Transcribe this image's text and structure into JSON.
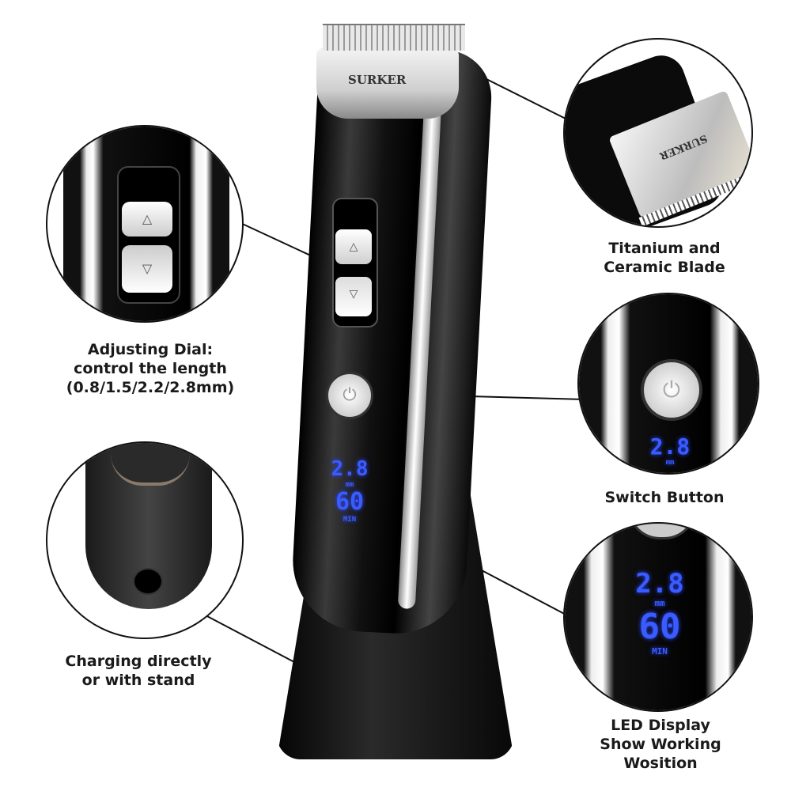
{
  "product": {
    "brand": "SURKER",
    "lcd": {
      "length_value": "2.8",
      "length_unit": "mm",
      "time_value": "60",
      "time_unit": "MIN"
    },
    "dial_symbols": {
      "up": "△",
      "down": "▽"
    }
  },
  "callouts": [
    {
      "id": "blade",
      "label_lines": [
        "Titanium and",
        "Ceramic Blade"
      ]
    },
    {
      "id": "dial",
      "label_lines": [
        "Adjusting Dial:",
        "control the length",
        "(0.8/1.5/2.2/2.8mm)"
      ]
    },
    {
      "id": "switch",
      "label_lines": [
        "Switch Button"
      ]
    },
    {
      "id": "charging",
      "label_lines": [
        "Charging directly",
        "or with stand"
      ]
    },
    {
      "id": "led",
      "label_lines": [
        "LED Display",
        "Show Working",
        "Wosition"
      ]
    }
  ],
  "colors": {
    "lcd_blue": "#3a5cff",
    "body_black": "#0d0d0d",
    "chrome": "#d9d9d9",
    "gold": "#b8913a"
  }
}
